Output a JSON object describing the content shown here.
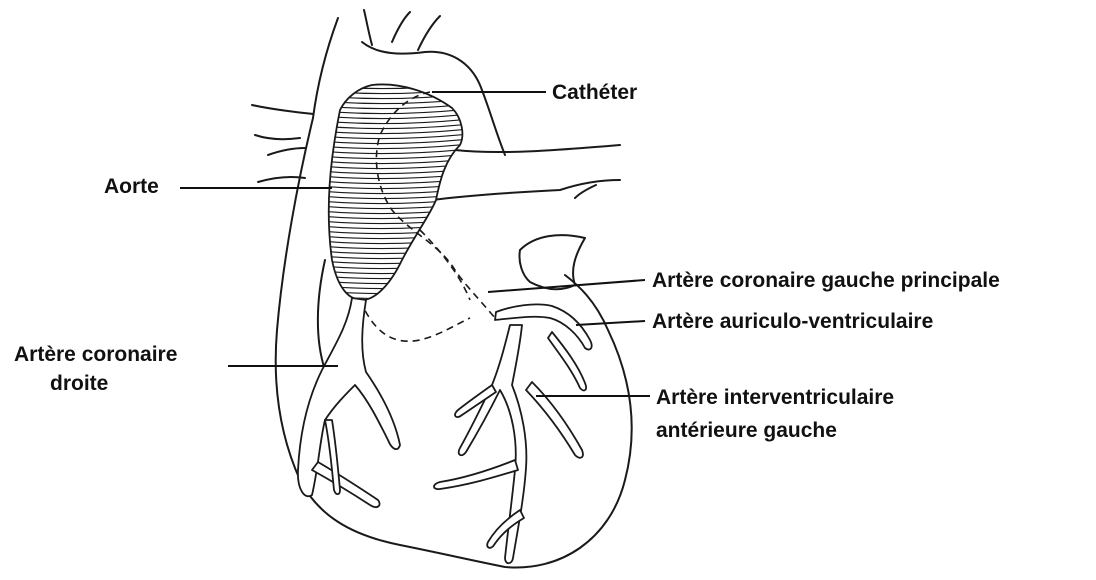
{
  "labels": {
    "catheter": "Cathéter",
    "aorta": "Aorte",
    "left_main": "Artère coronaire gauche principale",
    "av_artery": "Artère auriculo-ventriculaire",
    "right_coronary_line1": "Artère coronaire",
    "right_coronary_line2": "droite",
    "lad_line1": "Artère interventriculaire",
    "lad_line2": "antérieure gauche"
  },
  "colors": {
    "ink": "#1a1a1a",
    "background": "#ffffff"
  }
}
